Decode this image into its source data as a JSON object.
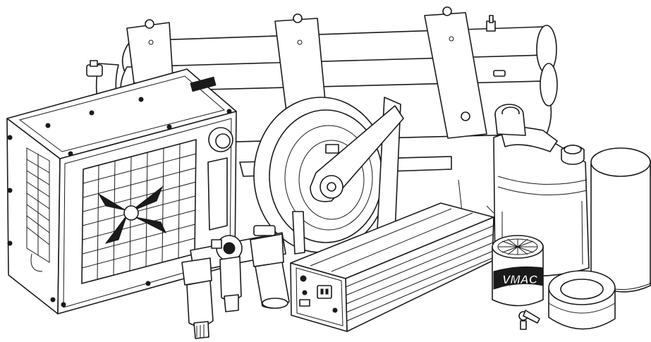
{
  "brand": {
    "logo_text": "VMAC"
  },
  "colors": {
    "line": "#1a1a1a",
    "background": "#ffffff"
  },
  "components": [
    {
      "name": "air-receiver-tank",
      "icon": "air-tank-icon"
    },
    {
      "name": "aftercooler-fan-unit",
      "icon": "fan-grille-icon"
    },
    {
      "name": "hose-reel",
      "icon": "hose-reel-icon"
    },
    {
      "name": "filter-regulator-lubricator",
      "icon": "frl-icon"
    },
    {
      "name": "power-inverter",
      "icon": "inverter-icon"
    },
    {
      "name": "oil-jug",
      "icon": "oil-jug-icon"
    },
    {
      "name": "oil-filter",
      "icon": "oil-filter-icon"
    },
    {
      "name": "air-filter-element",
      "icon": "cylinder-filter-icon"
    },
    {
      "name": "air-filter-ring",
      "icon": "ring-filter-icon"
    }
  ]
}
